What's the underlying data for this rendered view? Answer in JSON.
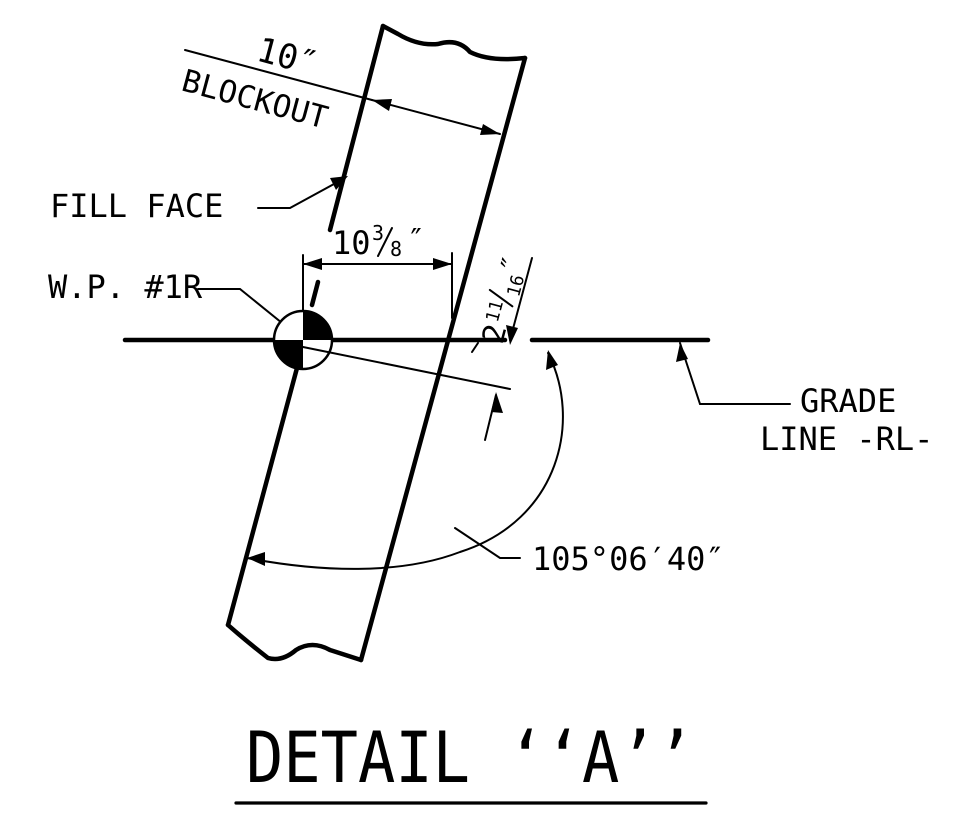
{
  "title": "DETAIL ‘‘A’’",
  "labels": {
    "blockout_dim": "10″",
    "blockout_text": "BLOCKOUT",
    "fill_face": "FILL FACE",
    "horiz_dim_whole": "10",
    "horiz_dim_num": "3",
    "horiz_dim_den": "8",
    "horiz_dim_inch": "″",
    "vert_dim_whole": "2",
    "vert_dim_num": "11",
    "vert_dim_den": "16",
    "vert_dim_inch": "″",
    "work_point": "W.P. #1R",
    "grade_line_1": "GRADE",
    "grade_line_2": "LINE -RL-",
    "angle": "105°06′40″"
  },
  "colors": {
    "ink": "#000000",
    "paper": "#ffffff"
  },
  "icons": {
    "work_point_symbol": "quartered-circle-target-icon"
  }
}
